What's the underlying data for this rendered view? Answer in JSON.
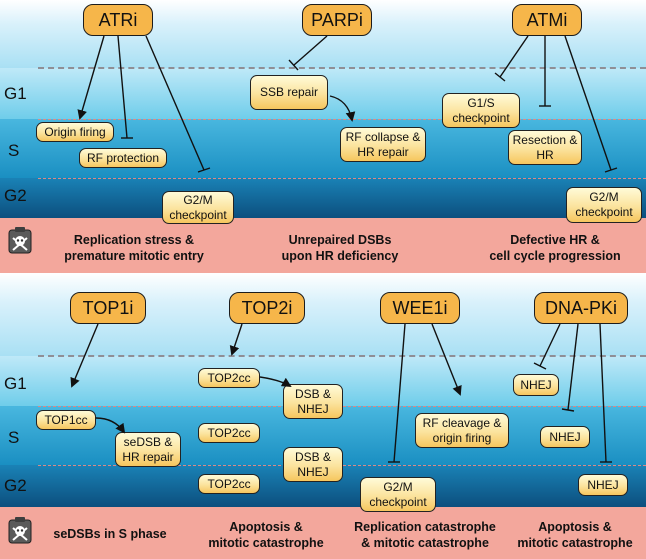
{
  "phases": {
    "g1": "G1",
    "s": "S",
    "g2": "G2"
  },
  "top_panel": {
    "inhibitors": {
      "atri": "ATRi",
      "parpi": "PARPi",
      "atmi": "ATMi"
    },
    "boxes": {
      "origin_firing": "Origin firing",
      "rf_protection": "RF protection",
      "g2m_checkpoint_atri": "G2/M checkpoint",
      "ssb_repair": "SSB repair",
      "rf_collapse": "RF collapse & HR repair",
      "g1s_checkpoint": "G1/S checkpoint",
      "resection_hr": "Resection & HR",
      "g2m_checkpoint_atmi": "G2/M checkpoint"
    },
    "outcomes": {
      "atri": [
        "Replication stress &",
        "premature mitotic entry"
      ],
      "parpi": [
        "Unrepaired DSBs",
        "upon HR deficiency"
      ],
      "atmi": [
        "Defective HR &",
        "cell cycle progression"
      ]
    }
  },
  "bottom_panel": {
    "inhibitors": {
      "top1i": "TOP1i",
      "top2i": "TOP2i",
      "wee1i": "WEE1i",
      "dnapki": "DNA-PKi"
    },
    "boxes": {
      "top1cc": "TOP1cc",
      "sedsb_hr": "seDSB & HR repair",
      "top2cc_g1": "TOP2cc",
      "top2cc_s": "TOP2cc",
      "top2cc_g2": "TOP2cc",
      "dsb_nhej_1": "DSB & NHEJ",
      "dsb_nhej_2": "DSB & NHEJ",
      "rf_cleavage": "RF cleavage & origin firing",
      "g2m_checkpoint_wee1i": "G2/M checkpoint",
      "nhej_g1": "NHEJ",
      "nhej_s": "NHEJ",
      "nhej_g2": "NHEJ"
    },
    "outcomes": {
      "top1i": [
        "seDSBs in S phase"
      ],
      "top2i": [
        "Apoptosis &",
        "mitotic catastrophe"
      ],
      "wee1i": [
        "Replication catastrophe",
        "& mitotic catastrophe"
      ],
      "dnapki": [
        "Apoptosis &",
        "mitotic catastrophe"
      ]
    }
  },
  "icons": {
    "toxicity": "skull-crossbones-icon"
  },
  "colors": {
    "inhibitor_fill": "#f6b64a",
    "box_fill": "#fbe39d",
    "outcome_band": "#f3a79c",
    "g2_band": "#0c4f7e"
  }
}
